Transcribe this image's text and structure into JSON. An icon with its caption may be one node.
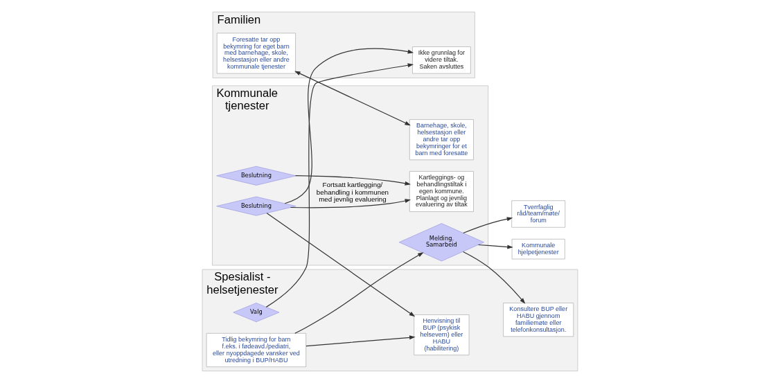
{
  "diagram": {
    "nodes": [
      {
        "text": [
          "Familien"
        ]
      },
      {
        "text": [
          "Foresatte tar opp bekymring for eget barn med barnehage, skole, helsestasjon eller andre kommunale tjenester"
        ],
        "in": 0
      },
      {
        "text": [
          "Ikke grunnlag for videre tiltak. Saken avsluttes"
        ],
        "in": 0
      },
      {
        "text": [
          "Kommunale tjenester"
        ]
      },
      {
        "text": [
          "Barnehage, skole, helsestasjon eller andre tar opp bekymringer for et barn med foresatte"
        ],
        "in": 3
      },
      {
        "text": [
          "Melding. Samarbeid"
        ],
        "in": 3
      },
      {
        "text": [
          "Kommunale hjelpetjenester"
        ]
      },
      {
        "text": [
          "Tverrfaglig råd/team/møte/ forum"
        ]
      },
      {
        "text": [
          "Beslutning"
        ],
        "in": 3
      },
      {
        "text": [
          "Kartleggings- og behandlingstiltak i egen kommune. Planlagt og jevnlig evaluering av tiltak"
        ],
        "in": 3
      },
      {
        "text": [
          "Beslutning"
        ],
        "in": 3
      },
      {
        "text": [
          "Spesialist - helsetjenester"
        ]
      },
      {
        "text": [
          "Tidlig bekymring for barn f.eks. i fødeavd./pediatri, eller nyoppdagede vansker ved utredning i BUP/HABU"
        ],
        "in": 11
      },
      {
        "text": [
          "Konsultere BUP eller HABU gjennom familiemøte eller telefonkonsultasjon."
        ],
        "in": 11
      },
      {
        "text": [
          "Valg"
        ],
        "in": 11
      },
      {
        "text": [
          "Henvisning til BUP (psykisk helsevern) eller HABU (habilitering)"
        ],
        "in": 11
      }
    ],
    "edges": [
      {
        "from": 1,
        "to": 4,
        "arrow": "both"
      },
      {
        "from": 12,
        "to": 5,
        "arrow": "to"
      },
      {
        "from": 5,
        "to": 6,
        "arrow": "to"
      },
      {
        "from": 5,
        "to": 7,
        "arrow": "to"
      },
      {
        "from": 5,
        "to": 13,
        "arrow": "to"
      },
      {
        "from": 8,
        "to": 9,
        "arrow": "to"
      },
      {
        "from": 14,
        "to": 2,
        "arrow": "to"
      },
      {
        "from": 10,
        "to": 2,
        "arrow": "to"
      },
      {
        "from": 10,
        "to": 9,
        "arrow": "to",
        "label": "Fortsatt kartlegging/ behandling i kommunen med jevnlig evaluering"
      },
      {
        "from": 10,
        "to": 15,
        "arrow": "to"
      },
      {
        "from": 12,
        "to": 15,
        "arrow": "to"
      }
    ]
  }
}
